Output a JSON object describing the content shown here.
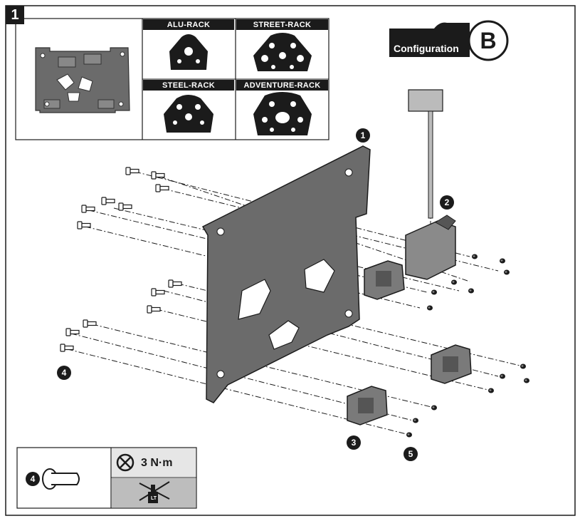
{
  "step_number": "1",
  "rack_labels": [
    "ALU-RACK",
    "STREET-RACK",
    "STEEL-RACK",
    "ADVENTURE-RACK"
  ],
  "configuration": {
    "label": "Configuration",
    "letter": "B"
  },
  "callouts": {
    "plate": "1",
    "knob": "2",
    "clamp": "3",
    "bolt": "4",
    "nut": "5"
  },
  "legend": {
    "bolt_ref": "4",
    "torque": "3 N·m",
    "threadlock_mark": "LT"
  },
  "colors": {
    "part_gray": "#6b6b6b",
    "part_dark": "#4a4a4a",
    "ink": "#1b1b1b",
    "page": "#ffffff"
  },
  "icons": [
    "torque-wrench-icon",
    "no-threadlocker-icon",
    "bolt-icon"
  ]
}
